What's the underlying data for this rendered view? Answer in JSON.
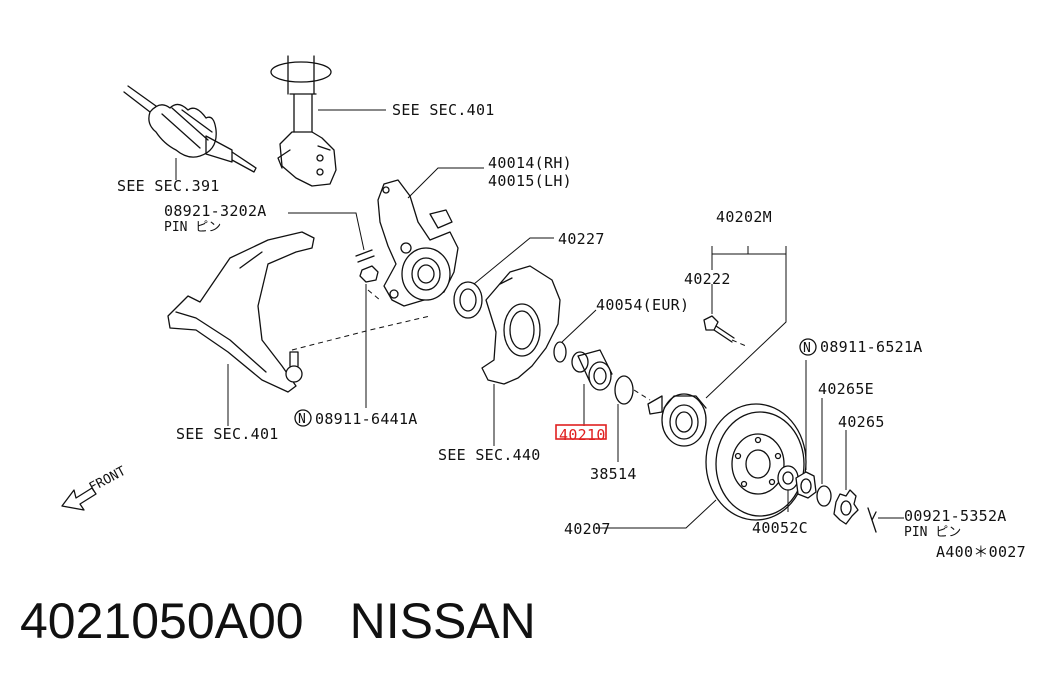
{
  "labels": {
    "see_sec_401_top": "SEE SEC.401",
    "see_sec_391": "SEE SEC.391",
    "p40014": "40014(RH)",
    "p40015": "40015(LH)",
    "p08921_3202a": "08921-3202A",
    "pin_left": "PIN ピン",
    "p40227": "40227",
    "p40202m": "40202M",
    "p40222": "40222",
    "p40054": "40054(EUR)",
    "n_08911_6521a": "08911-6521A",
    "p40265e": "40265E",
    "p40265": "40265",
    "see_sec_401_left": "SEE SEC.401",
    "n_08911_6441a": "08911-6441A",
    "p40210": "40210",
    "see_sec_440": "SEE SEC.440",
    "p38514": "38514",
    "front": "FRONT",
    "p40207": "40207",
    "p40052c": "40052C",
    "p00921_5352a": "00921-5352A",
    "pin_right": "PIN ピン",
    "figure_code": "A400＊0027",
    "n_symbol": "N"
  },
  "caption": {
    "part_number": "4021050A00",
    "brand": "NISSAN"
  },
  "highlight_color": "#e02020"
}
